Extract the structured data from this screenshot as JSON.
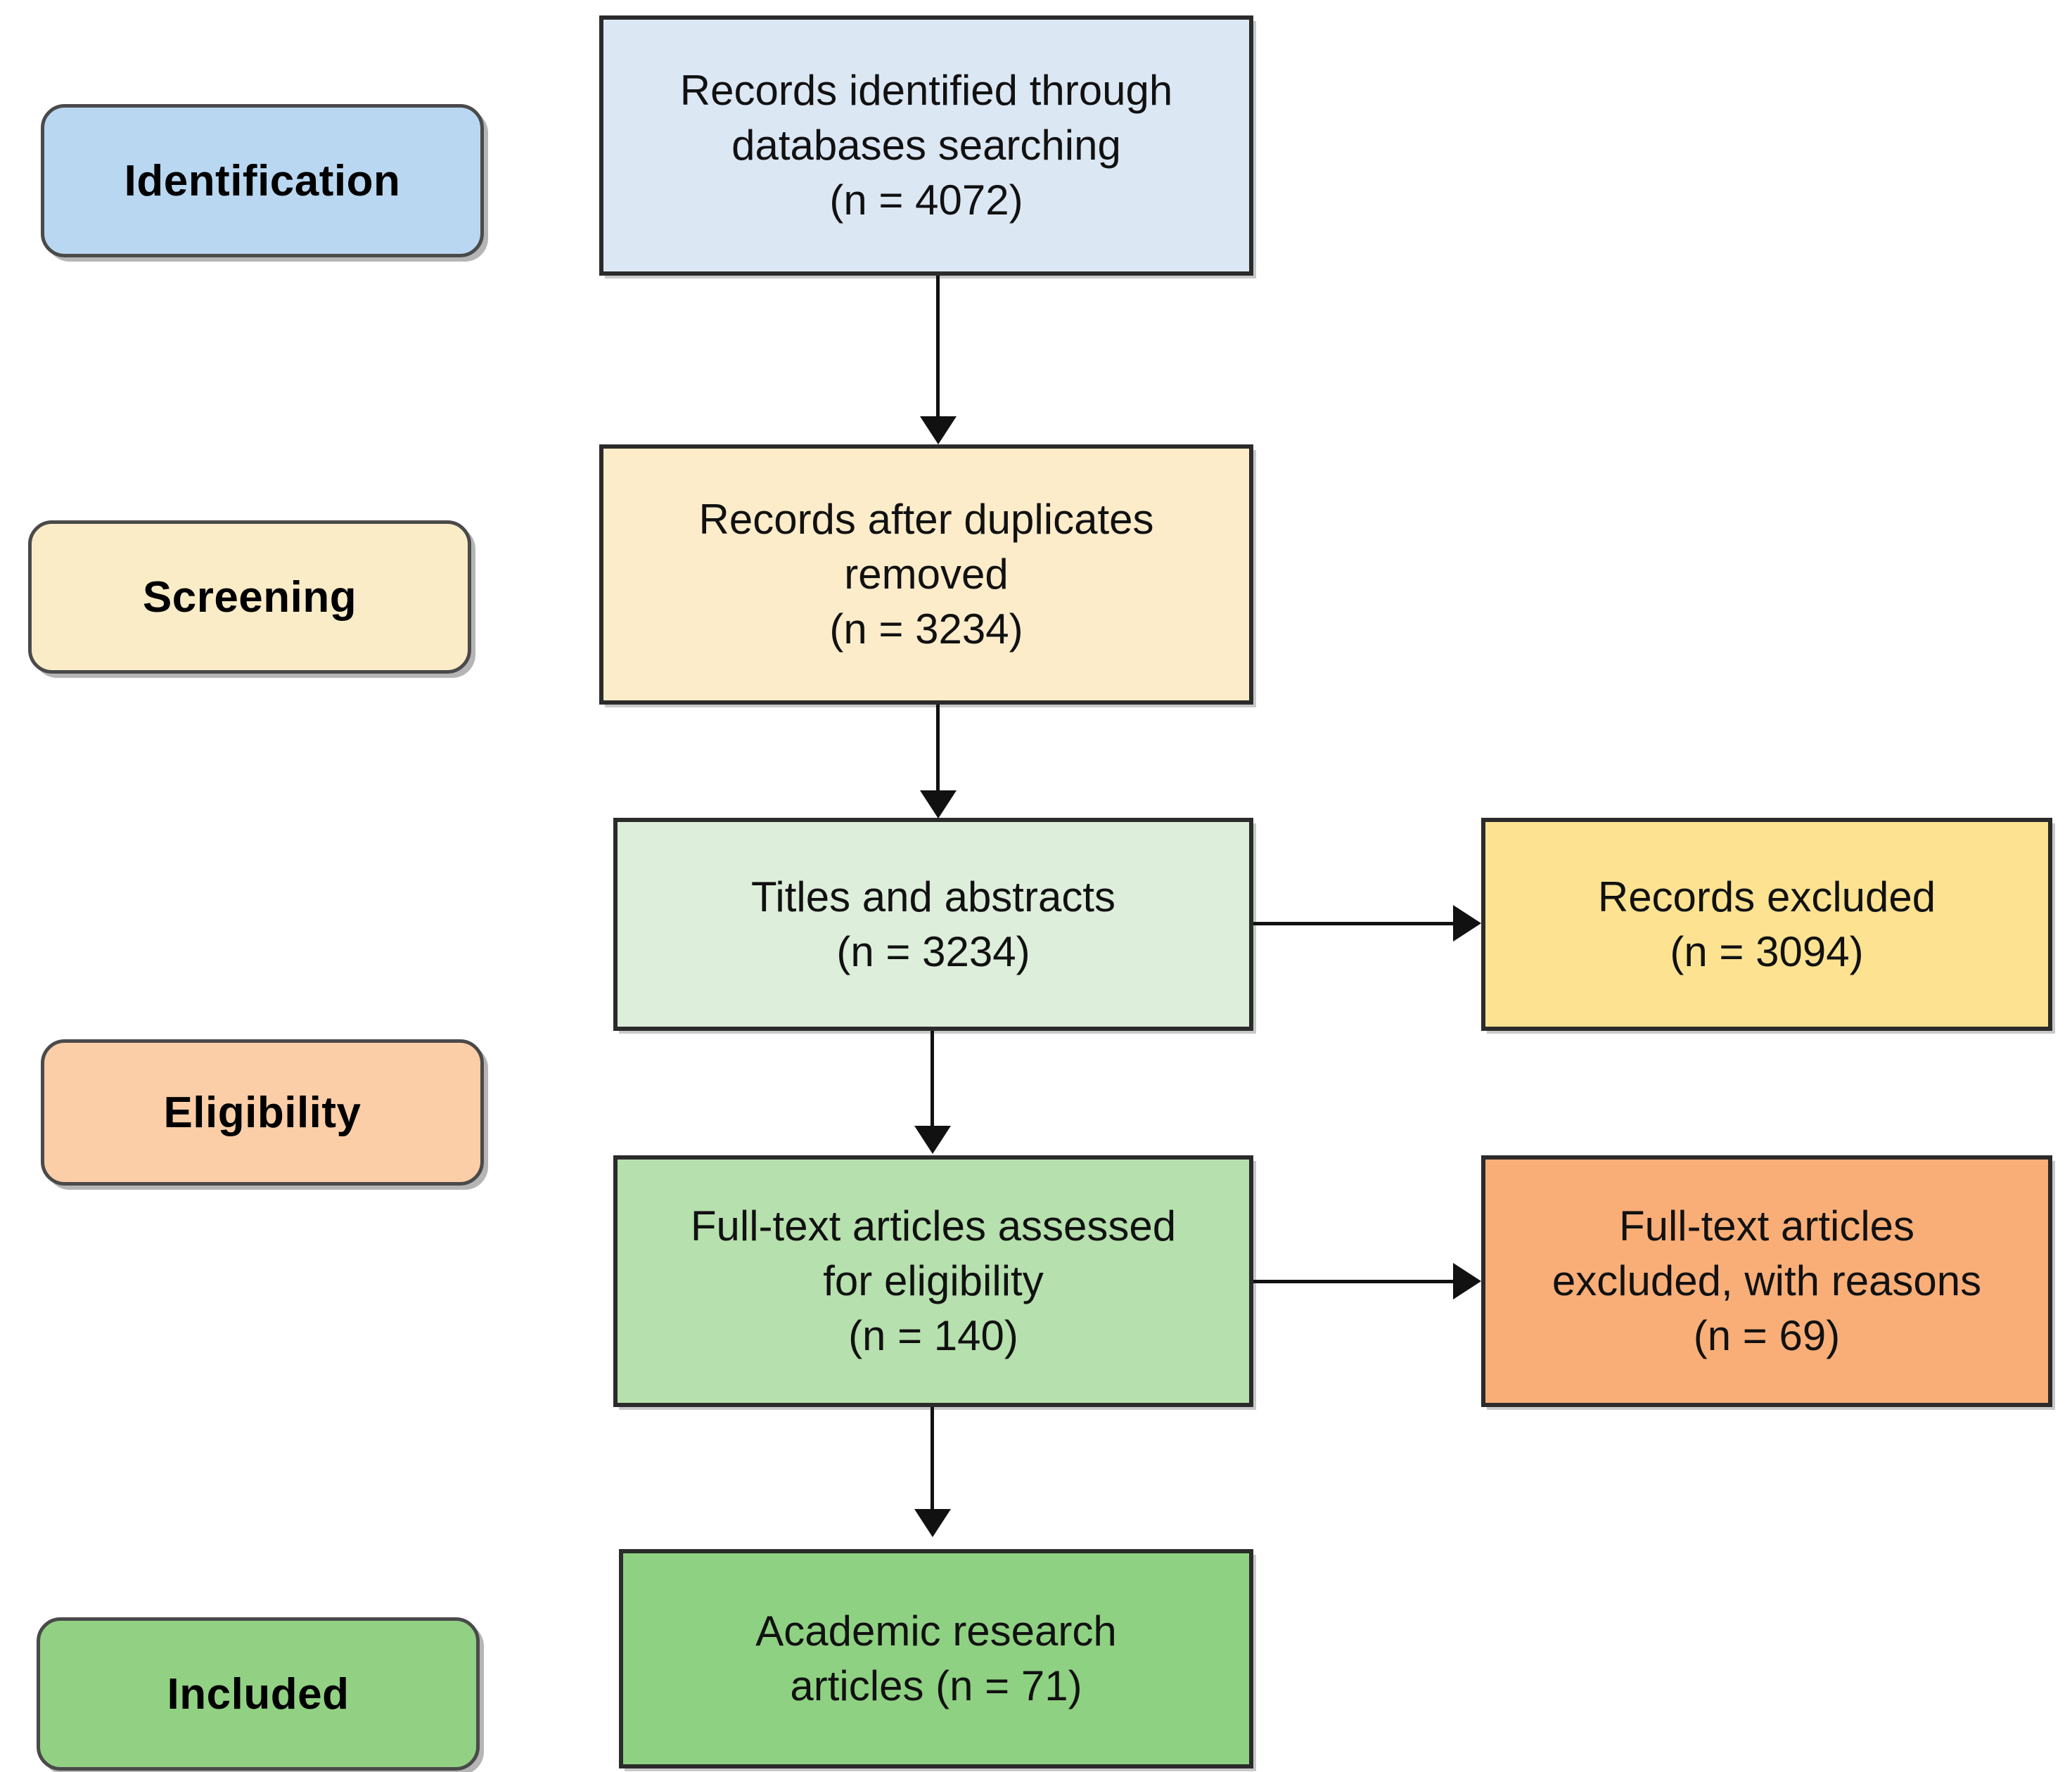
{
  "diagram": {
    "type": "prisma-flow-diagram",
    "stages": [
      {
        "id": "identification",
        "label": "Identification",
        "color": "#b9d7f0"
      },
      {
        "id": "screening",
        "label": "Screening",
        "color": "#fbecc8"
      },
      {
        "id": "eligibility",
        "label": "Eligibility",
        "color": "#fbcea8"
      },
      {
        "id": "included",
        "label": "Included",
        "color": "#92d184"
      }
    ],
    "boxes": [
      {
        "id": "records-identified",
        "text": "Records identified through\ndatabases searching\n(n = 4072)",
        "n": 4072,
        "color": "#dce7f4"
      },
      {
        "id": "records-after-duplicates",
        "text": "Records after duplicates\nremoved\n(n = 3234)",
        "n": 3234,
        "color": "#fcecca"
      },
      {
        "id": "titles-and-abstracts",
        "text": "Titles and abstracts\n(n = 3234)",
        "n": 3234,
        "color": "#ddeedb"
      },
      {
        "id": "records-excluded",
        "text": "Records excluded\n(n = 3094)",
        "n": 3094,
        "color": "#fde391"
      },
      {
        "id": "full-text-assessed",
        "text": "Full-text articles assessed\nfor eligibility\n(n = 140)",
        "n": 140,
        "color": "#b6e0ad"
      },
      {
        "id": "full-text-excluded",
        "text": "Full-text articles\nexcluded, with reasons\n(n = 69)",
        "n": 69,
        "color": "#f9ae78"
      },
      {
        "id": "academic-research-articles",
        "text": "Academic research\narticles (n = 71)",
        "n": 71,
        "color": "#8fd182"
      }
    ],
    "connectors": [
      {
        "id": "identified-to-duplicates",
        "from": "records-identified",
        "to": "records-after-duplicates",
        "direction": "down"
      },
      {
        "id": "duplicates-to-titles",
        "from": "records-after-duplicates",
        "to": "titles-and-abstracts",
        "direction": "down"
      },
      {
        "id": "titles-to-excluded",
        "from": "titles-and-abstracts",
        "to": "records-excluded",
        "direction": "right"
      },
      {
        "id": "titles-to-fulltext",
        "from": "titles-and-abstracts",
        "to": "full-text-assessed",
        "direction": "down"
      },
      {
        "id": "fulltext-to-excluded",
        "from": "full-text-assessed",
        "to": "full-text-excluded",
        "direction": "right"
      },
      {
        "id": "fulltext-to-included",
        "from": "full-text-assessed",
        "to": "academic-research-articles",
        "direction": "down"
      }
    ],
    "palette": {
      "border": "#2b2b2b",
      "line": "#111111",
      "background": "#ffffff"
    }
  }
}
